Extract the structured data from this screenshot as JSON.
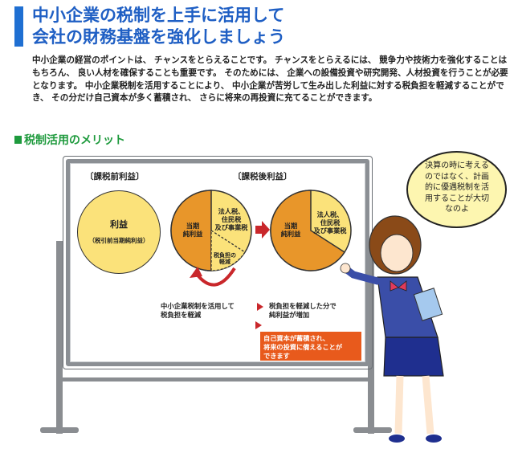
{
  "header": {
    "title_line1": "中小企業の税制を上手に活用して",
    "title_line2": "会社の財務基盤を強化しましょう"
  },
  "intro": {
    "text": "中小企業の経営のポイントは、 チャンスをとらえることです。 チャンスをとらえるには、 競争力や技術力を強化することはもちろん、 良い人材を確保することも重要です。 そのためには、 企業への設備投資や研究開発、人材投資を行うことが必要となります。 中小企業税制を活用することにより、 中小企業が苦労して生み出した利益に対する税負担を軽減することができ、 その分だけ自己資本が多く蓄積され、 さらに将来の再投資に充てることができます。"
  },
  "section": {
    "title": "税制活用のメリット"
  },
  "board": {
    "before_label": "〔課税前利益〕",
    "after_label": "〔課税後利益〕",
    "profit_title": "利益",
    "profit_sub": "（税引前当期純利益）",
    "pie1": {
      "left": "当期\n純利益",
      "right": "法人税、\n住民税\n及び事業税",
      "bottom": "税負担の\n軽減"
    },
    "pie2": {
      "left": "当期\n純利益",
      "right": "法人税、\n住民税\n及び事業税"
    },
    "note_left": "中小企業税制を活用して\n税負担を軽減",
    "note_right": "税負担を軽減した分で\n純利益が増加",
    "result": "自己資本が蓄積され、\n将来の投資に備えることが\nできます"
  },
  "bubble": {
    "text": "決算の時に考える\nのではなく、計画\n的に優遇税制を活\n用することが大切\nなのよ"
  },
  "colors": {
    "title_blue": "#1f5fc4",
    "section_green": "#1e9a3d",
    "pie_orange": "#e8962a",
    "pie_yellow": "#fbe27a",
    "accent_red": "#c9272b",
    "result_orange": "#e85a1c"
  }
}
